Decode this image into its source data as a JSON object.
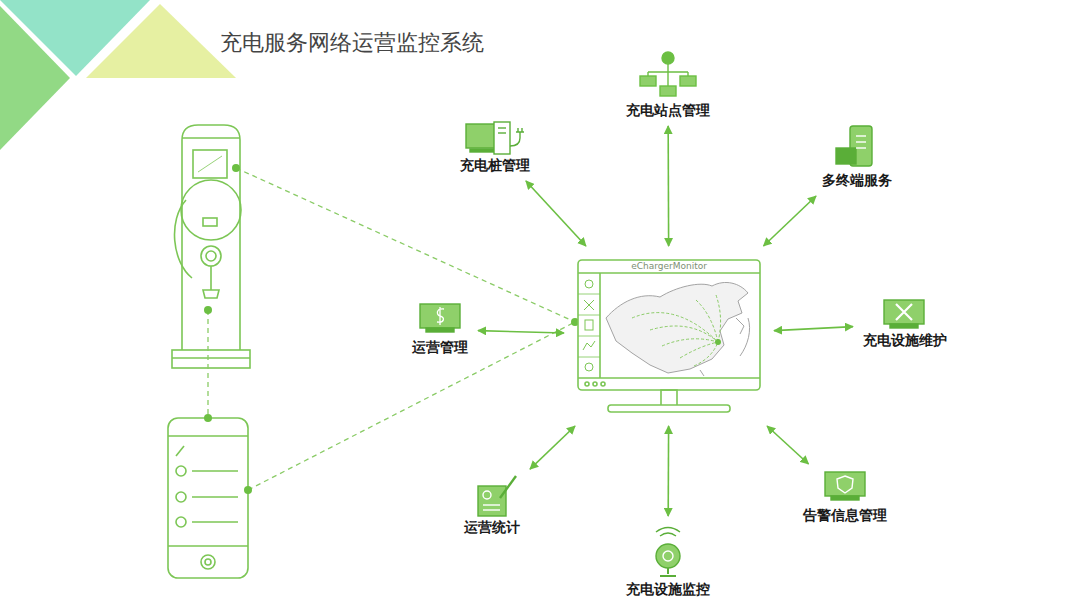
{
  "diagram": {
    "title": "充电服务网络运营监控系统",
    "nodes": [
      {
        "text": [
          "充电站点管理"
        ]
      },
      {
        "text": [
          "充电桩管理"
        ]
      },
      {
        "text": [
          "多终端服务"
        ]
      },
      {
        "text": [
          "运营管理"
        ]
      },
      {
        "text": [
          "eChargerMonitor"
        ]
      },
      {
        "text": [
          "充电设施维护"
        ]
      },
      {
        "text": [
          "告警信息管理"
        ]
      },
      {
        "text": [
          "运营统计"
        ]
      },
      {
        "text": [
          "充电设施监控"
        ]
      }
    ],
    "edges": [
      {
        "from": 4,
        "to": 0,
        "arrow": "both"
      },
      {
        "from": 4,
        "to": 1,
        "arrow": "both"
      },
      {
        "from": 4,
        "to": 2,
        "arrow": "both"
      },
      {
        "from": 4,
        "to": 3,
        "arrow": "both"
      },
      {
        "from": 4,
        "to": 5,
        "arrow": "both"
      },
      {
        "from": 4,
        "to": 6,
        "arrow": "both"
      },
      {
        "from": 4,
        "to": 7,
        "arrow": "both"
      },
      {
        "from": 4,
        "to": 8,
        "arrow": "both"
      }
    ]
  }
}
